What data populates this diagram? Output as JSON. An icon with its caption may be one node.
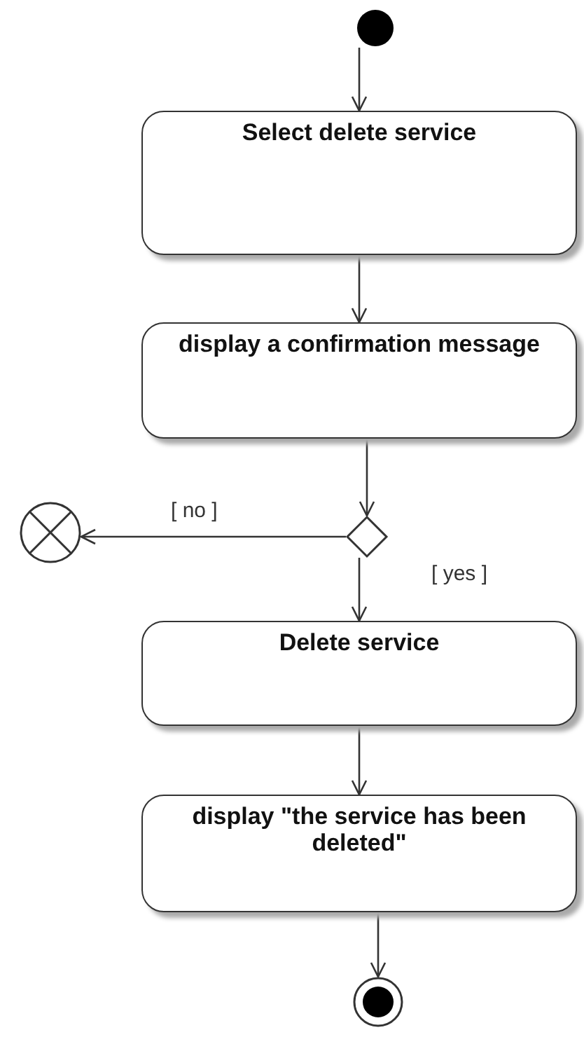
{
  "diagram": {
    "nodes": [
      {
        "text": [],
        "shape": "circle"
      },
      {
        "text": [
          "Select delete service"
        ]
      },
      {
        "text": [
          "display a confirmation message"
        ]
      },
      {
        "text": [],
        "shape": "diamond"
      },
      {
        "text": [],
        "shape": "circle"
      },
      {
        "text": [
          "Delete service"
        ]
      },
      {
        "text": [
          "display \"the service has been deleted\""
        ]
      },
      {
        "text": [],
        "shape": "circle"
      }
    ],
    "edges": [
      {
        "from": 0,
        "to": 1,
        "arrow": "to"
      },
      {
        "from": 1,
        "to": 2,
        "arrow": "to"
      },
      {
        "from": 2,
        "to": 3,
        "arrow": "to"
      },
      {
        "from": 3,
        "to": 4,
        "arrow": "to",
        "label": "[ no ]"
      },
      {
        "from": 3,
        "to": 5,
        "arrow": "to",
        "label": "[ yes ]"
      },
      {
        "from": 5,
        "to": 6,
        "arrow": "to"
      },
      {
        "from": 6,
        "to": 7,
        "arrow": "to"
      }
    ]
  }
}
